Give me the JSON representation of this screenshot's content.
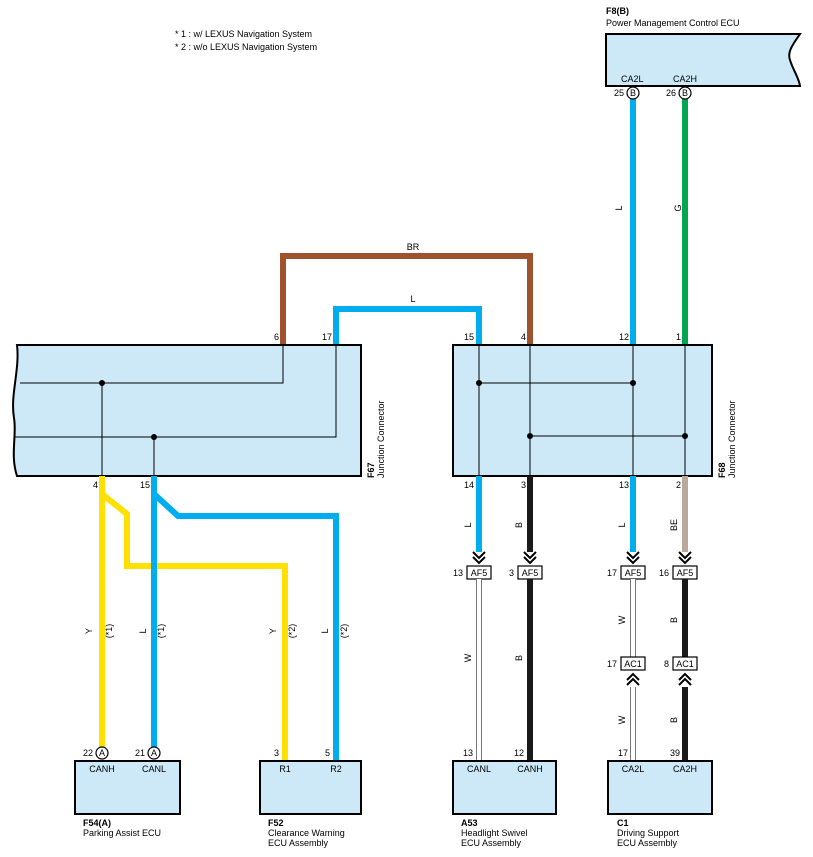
{
  "notes": {
    "n1": "* 1 : w/ LEXUS Navigation System",
    "n2": "* 2 : w/o LEXUS Navigation System"
  },
  "components": {
    "f8": {
      "code": "F8(B)",
      "name": "Power Management Control ECU",
      "pin_l": "CA2L",
      "pin_h": "CA2H",
      "num_l": "25",
      "num_h": "26",
      "conn": "B"
    },
    "f67": {
      "code": "F67",
      "name": "Junction Connector",
      "pin6": "6",
      "pin17": "17",
      "pin4": "4",
      "pin15": "15"
    },
    "f68": {
      "code": "F68",
      "name": "Junction Connector",
      "pin15": "15",
      "pin4": "4",
      "pin12": "12",
      "pin1": "1",
      "pin14": "14",
      "pin3": "3",
      "pin13": "13",
      "pin2": "2"
    },
    "f54": {
      "code": "F54(A)",
      "name": "Parking Assist ECU",
      "pin_h": "CANH",
      "pin_l": "CANL",
      "num_h": "22",
      "num_l": "21",
      "conn": "A"
    },
    "f52": {
      "code": "F52",
      "name1": "Clearance Warning",
      "name2": "ECU Assembly",
      "pin_r1": "R1",
      "pin_r2": "R2",
      "num_r1": "3",
      "num_r2": "5"
    },
    "a53": {
      "code": "A53",
      "name1": "Headlight Swivel",
      "name2": "ECU Assembly",
      "pin_l": "CANL",
      "pin_h": "CANH",
      "num_l": "13",
      "num_h": "12"
    },
    "c1": {
      "code": "C1",
      "name1": "Driving Support",
      "name2": "ECU Assembly",
      "pin_l": "CA2L",
      "pin_h": "CA2H",
      "num_l": "17",
      "num_h": "39"
    }
  },
  "wire_colors": {
    "br": "BR",
    "l": "L",
    "g": "G",
    "y": "Y",
    "b": "B",
    "w": "W",
    "be": "BE",
    "note1": "(*1)",
    "note2": "(*2)"
  },
  "inline_connectors": {
    "af5_a": {
      "pin": "13",
      "name": "AF5"
    },
    "af5_b": {
      "pin": "3",
      "name": "AF5"
    },
    "af5_c": {
      "pin": "17",
      "name": "AF5"
    },
    "af5_d": {
      "pin": "16",
      "name": "AF5"
    },
    "ac1_a": {
      "pin": "17",
      "name": "AC1"
    },
    "ac1_b": {
      "pin": "8",
      "name": "AC1"
    }
  }
}
